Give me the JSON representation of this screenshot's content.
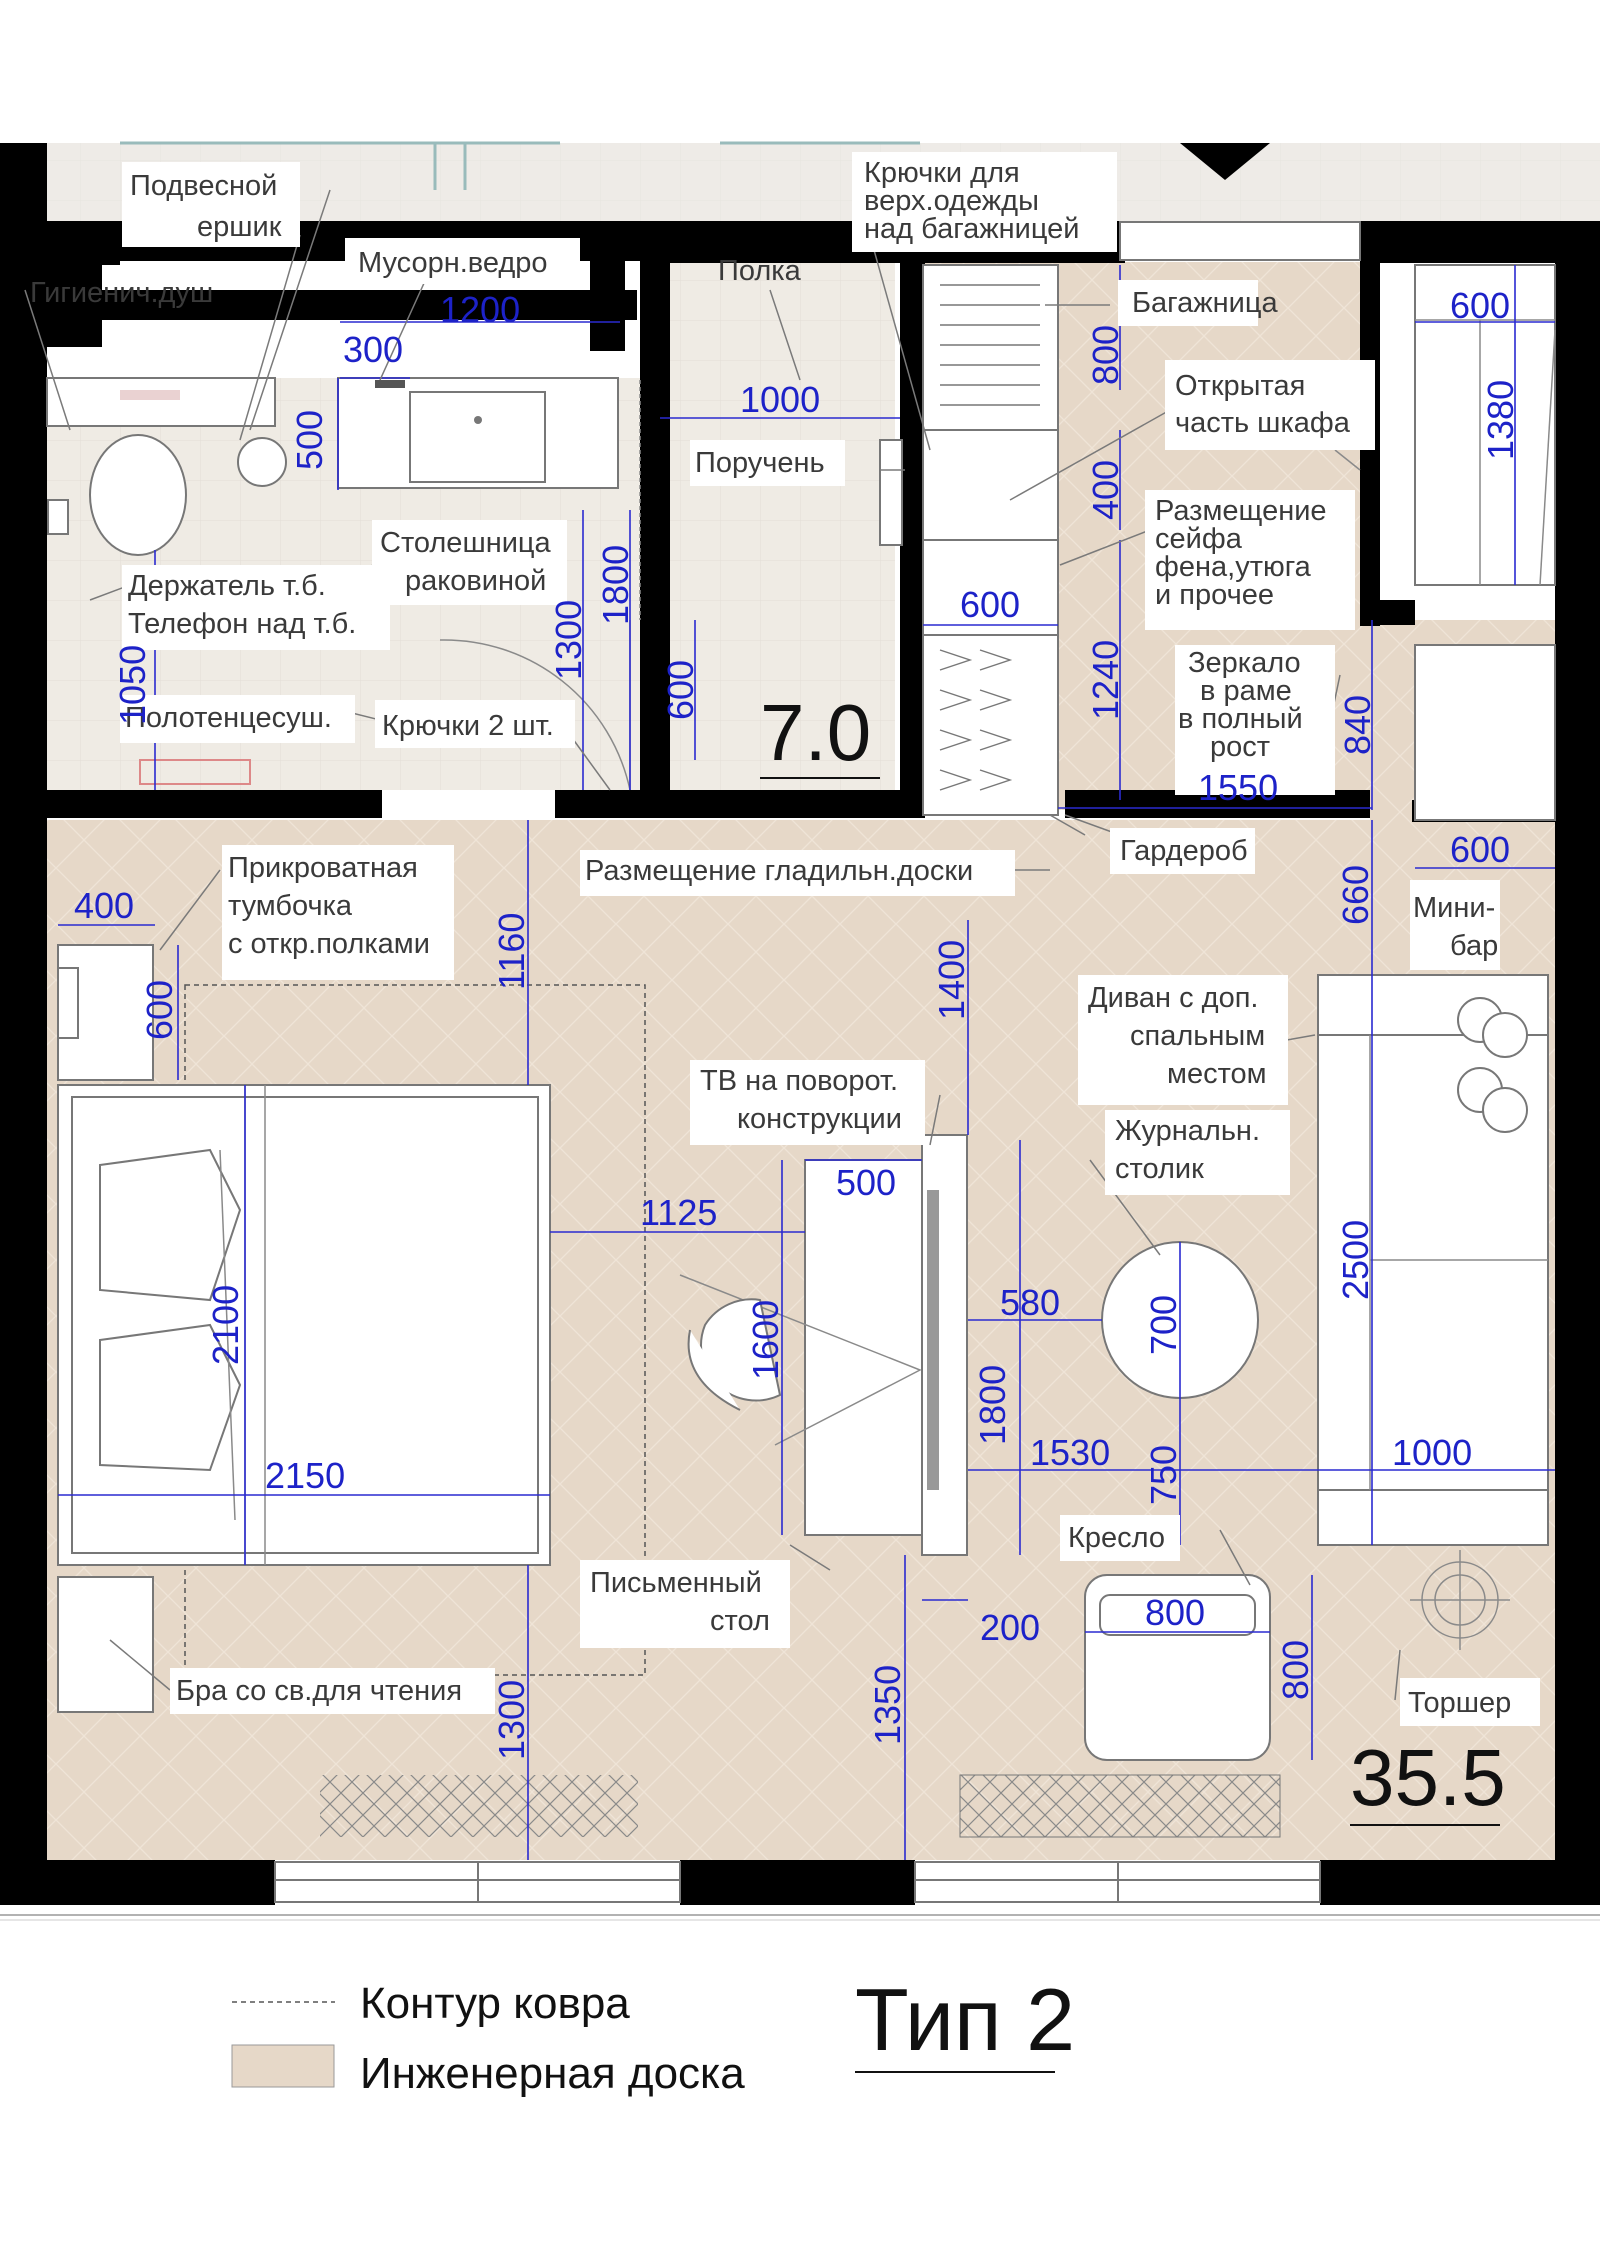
{
  "labels": {
    "podvesnoy": [
      "Подвесной",
      "ершик"
    ],
    "gigien": "Гигиенич.душ",
    "musor": "Мусорн.ведро",
    "polka": "Полка",
    "kryuchki_verh": [
      "Крючки для",
      "верх.одежды",
      "над багажницей"
    ],
    "bagazh": "Багажница",
    "otkr_shkaf": [
      "Открытая",
      "часть шкафа"
    ],
    "poruchen": "Поручень",
    "stoleshnitsa": [
      "Столешница",
      "раковиной"
    ],
    "seyf": [
      "Размещение",
      "сейфа",
      "фена,утюга",
      "и прочее"
    ],
    "derzhatel": "Держатель т.б.",
    "telefon": "Телефон над т.б.",
    "polotentse": "Полотенцесуш.",
    "kryuchki2": "Крючки 2 шт.",
    "zerkalo": [
      "Зеркало",
      "в раме",
      "в полный",
      "рост"
    ],
    "garderob": "Гардероб",
    "gladil": "Размещение гладильн.доски",
    "tumbochka": [
      "Прикроватная",
      "тумбочка",
      "с откр.полками"
    ],
    "minibar": [
      "Мини-",
      "бар"
    ],
    "divan": [
      "Диван с доп.",
      "спальным",
      "местом"
    ],
    "tv": [
      "ТВ на поворот.",
      "конструкции"
    ],
    "zhurn": [
      "Журнальн.",
      "столик"
    ],
    "kreslo": "Кресло",
    "pismenny": [
      "Письменный",
      "стол"
    ],
    "bra": "Бра со св.для чтения",
    "torsher": "Торшер"
  },
  "dims": {
    "d1200": "1200",
    "d300": "300",
    "d500a": "500",
    "d1000a": "1000",
    "d800a": "800",
    "d400a": "400",
    "d600a": "600",
    "d1240": "1240",
    "d1800a": "1800",
    "d1300a": "1300",
    "d600b": "600",
    "d1050": "1050",
    "d840": "840",
    "d1550": "1550",
    "d600c": "600",
    "d1380": "1380",
    "d600d": "600",
    "d660": "660",
    "d400b": "400",
    "d600e": "600",
    "d1160": "1160",
    "d1400": "1400",
    "d1125": "1125",
    "d500b": "500",
    "d2100": "2100",
    "d1600": "1600",
    "d580": "580",
    "d700": "700",
    "d2500": "2500",
    "d1800b": "1800",
    "d2150": "2150",
    "d1530": "1530",
    "d750": "750",
    "d1000b": "1000",
    "d200": "200",
    "d800b": "800",
    "d800c": "800",
    "d1300b": "1300",
    "d1350": "1350"
  },
  "areas": {
    "bath": "7.0",
    "room": "35.5"
  },
  "legend": {
    "carpet": "Контур ковра",
    "board": "Инженерная доска"
  },
  "type_title": "Тип 2",
  "colors": {
    "floor": "#e6d8c8",
    "tile": "#efebe4",
    "wall": "#000000",
    "dimension": "#1d22c8"
  }
}
